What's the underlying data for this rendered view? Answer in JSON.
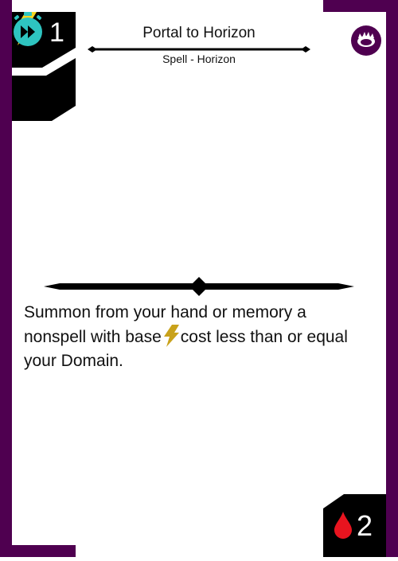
{
  "card": {
    "title": "Portal to Horizon",
    "subtitle": "Spell - Horizon",
    "cost": "1",
    "power": "2",
    "rules_text": {
      "part1": "Summon from your hand or memory a nonspell with base",
      "part2": "cost less than or equal your Domain."
    }
  },
  "icons": {
    "cost": "lightning-bolt-icon",
    "speed": "fast-forward-stopwatch-icon",
    "domain": "horizon-portal-icon",
    "power": "blood-drop-icon"
  },
  "colors": {
    "frame": "#4f0050",
    "panel": "#000000",
    "bolt": "#f5d623",
    "inline_bolt": "#c9a21b",
    "speed": "#2ec4c0",
    "blood": "#e8141f"
  }
}
